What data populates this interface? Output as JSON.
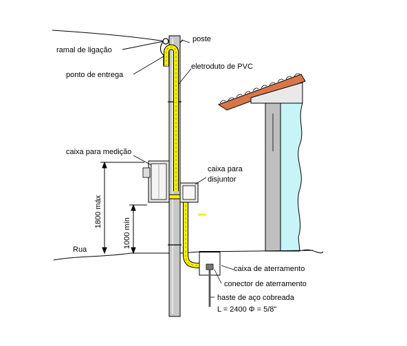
{
  "labels": {
    "ramal": "ramal de ligação",
    "poste": "poste",
    "ponto_entrega": "ponto de entrega",
    "eletroduto": "eletroduto de PVC",
    "caixa_medicao": "caixa para medição",
    "caixa_disjuntor_1": "caixa para",
    "caixa_disjuntor_2": "disjuntor",
    "dim_1800": "1800 máx",
    "dim_1000": "1000 mín",
    "rua": "Rua",
    "caixa_aterramento": "caixa de aterramento",
    "conector_aterramento": "conector de aterramento",
    "haste": "haste de aço cobreada",
    "haste_spec": "L = 2400  Φ = 5/8\""
  },
  "colors": {
    "conduit_yellow": "#f2f200",
    "wall_cyan": "#c8f4f8",
    "pole_gray": "#c8c8c8",
    "roof_orange": "#d8764a",
    "wall_gray": "#bfbfbf",
    "line": "#000000"
  }
}
